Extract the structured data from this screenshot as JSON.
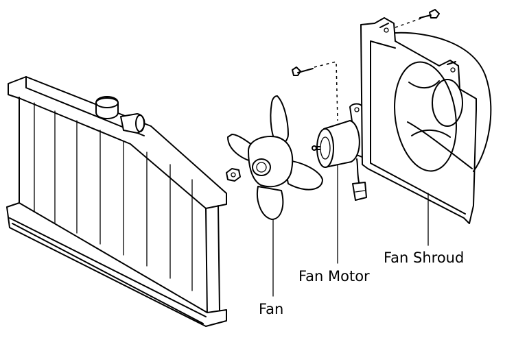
{
  "labels": {
    "fan": "Fan",
    "fan_motor": "Fan Motor",
    "fan_shroud": "Fan Shroud"
  },
  "colors": {
    "line": "#000000",
    "background": "#ffffff"
  }
}
